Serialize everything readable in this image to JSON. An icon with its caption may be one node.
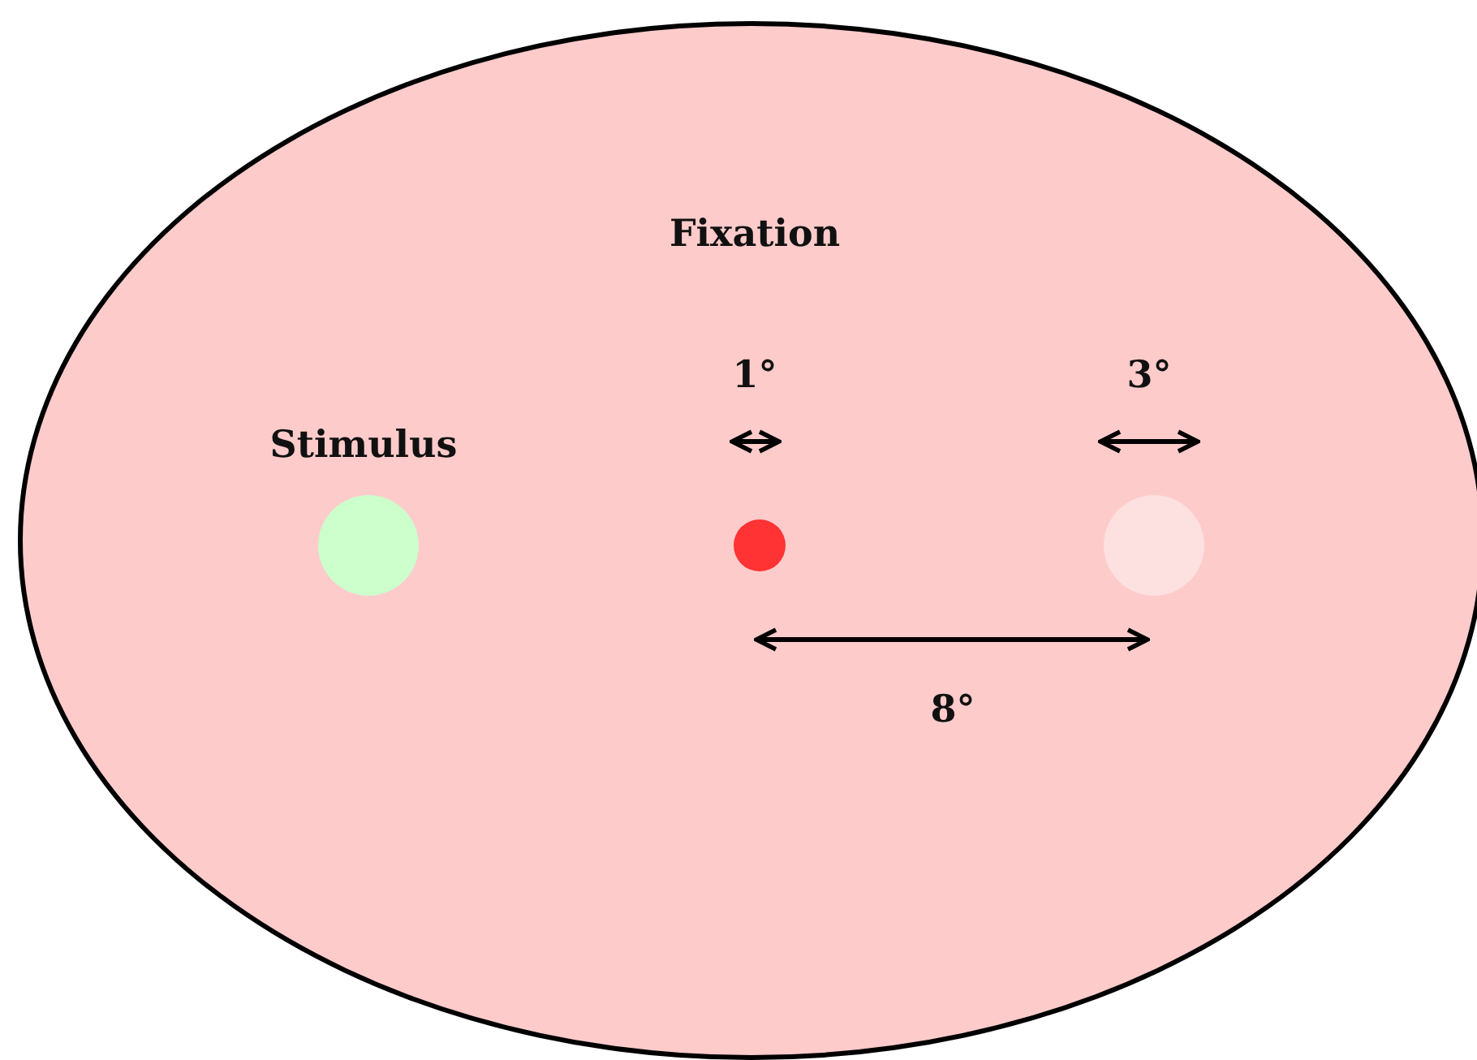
{
  "diagram": {
    "nodes": [
      {
        "text": [],
        "shape": "ellipse"
      },
      {
        "text": [],
        "shape": "circle",
        "in": 0
      },
      {
        "text": [],
        "shape": "circle",
        "in": 0
      },
      {
        "text": [],
        "shape": "circle",
        "in": 0
      }
    ],
    "labels": [
      "Fixation",
      "1°",
      "3°",
      "Stimulus",
      "8°"
    ]
  }
}
